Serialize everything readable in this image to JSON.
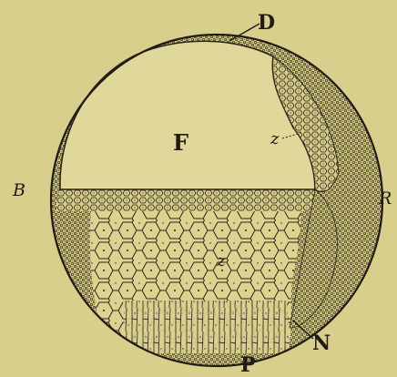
{
  "labels": {
    "d": "D",
    "f": "F",
    "z_upper": "z",
    "z_lower": "z",
    "b": "B",
    "r": "R",
    "n": "N",
    "p": "P"
  },
  "colors": {
    "paper": "#d8cf8c",
    "ink": "#1f1a14",
    "cavity": "#e0d79a"
  }
}
